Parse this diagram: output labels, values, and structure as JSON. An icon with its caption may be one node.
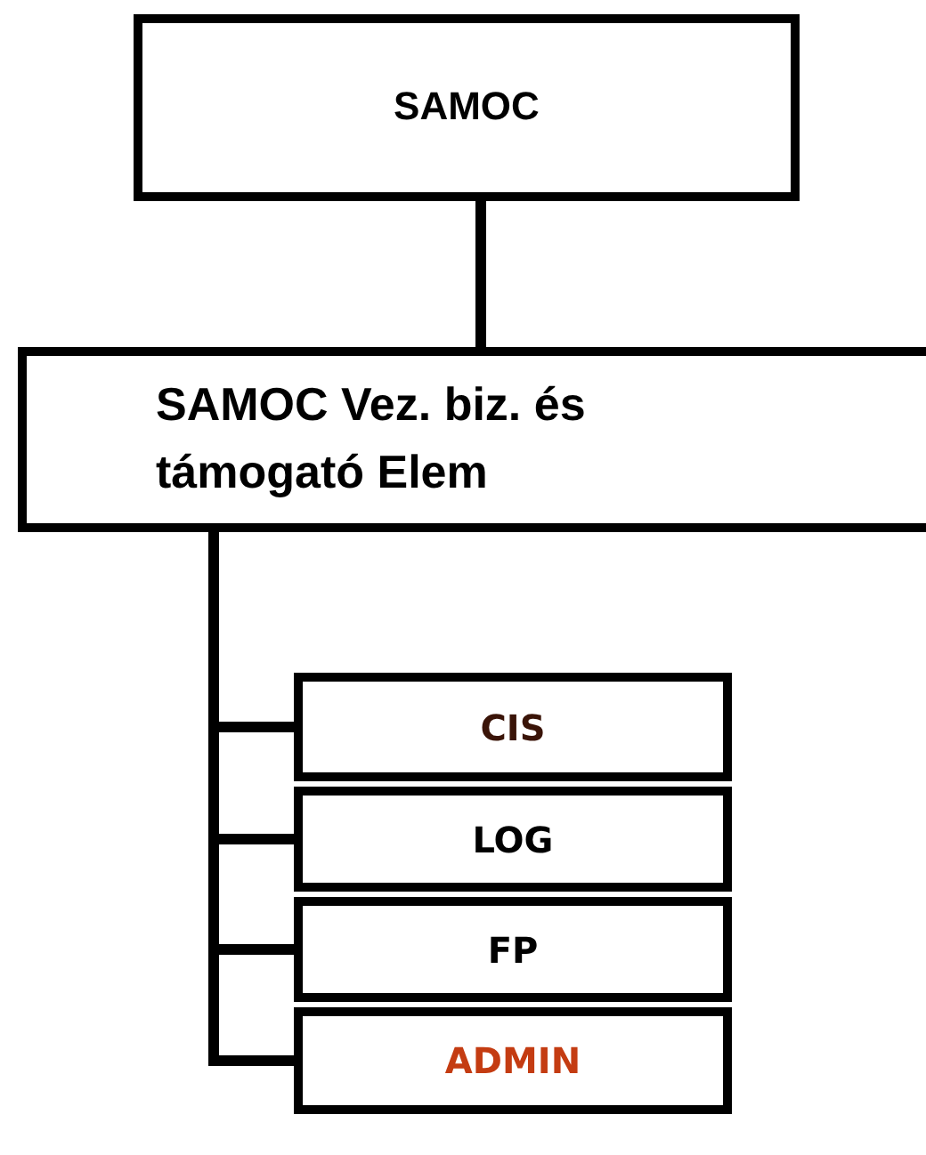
{
  "diagram": {
    "nodes": [
      {
        "text": [
          "SAMOC"
        ]
      },
      {
        "text": [
          "SAMOC Vez. biz. és támogató Elem"
        ]
      },
      {
        "text": [
          "CIS"
        ]
      },
      {
        "text": [
          "LOG"
        ]
      },
      {
        "text": [
          "FP"
        ]
      },
      {
        "text": [
          "ADMIN"
        ]
      }
    ],
    "edges": [
      {
        "from": 0,
        "to": 1,
        "arrow": "none"
      },
      {
        "from": 1,
        "to": 2,
        "arrow": "none"
      },
      {
        "from": 1,
        "to": 3,
        "arrow": "none"
      },
      {
        "from": 1,
        "to": 4,
        "arrow": "none"
      },
      {
        "from": 1,
        "to": 5,
        "arrow": "none"
      }
    ]
  }
}
